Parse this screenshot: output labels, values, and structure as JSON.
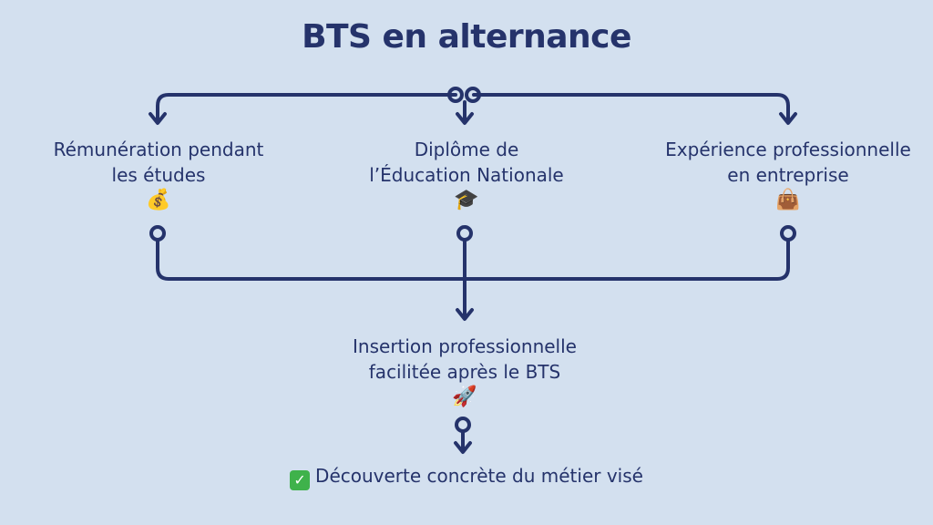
{
  "title": "BTS en alternance",
  "benefits": [
    {
      "line1": "Rémunération pendant",
      "line2": "les études",
      "icon": "💰",
      "icon_name": "money-bag-icon"
    },
    {
      "line1": "Diplôme de",
      "line2": "l’Éducation Nationale",
      "icon": "🎓",
      "icon_name": "graduation-cap-icon"
    },
    {
      "line1": "Expérience professionnelle",
      "line2": "en entreprise",
      "icon": "👜",
      "icon_name": "handbag-icon"
    }
  ],
  "outcome": {
    "line1": "Insertion professionnelle",
    "line2": "facilitée après le BTS",
    "icon": "🚀",
    "icon_name": "rocket-icon"
  },
  "conclusion": {
    "icon": "✓",
    "icon_name": "check-mark-icon",
    "text": "Découverte concrète du métier visé"
  },
  "colors": {
    "background": "#d3e0ef",
    "line": "#25336b",
    "text": "#25336b",
    "check": "#3fb24b"
  }
}
